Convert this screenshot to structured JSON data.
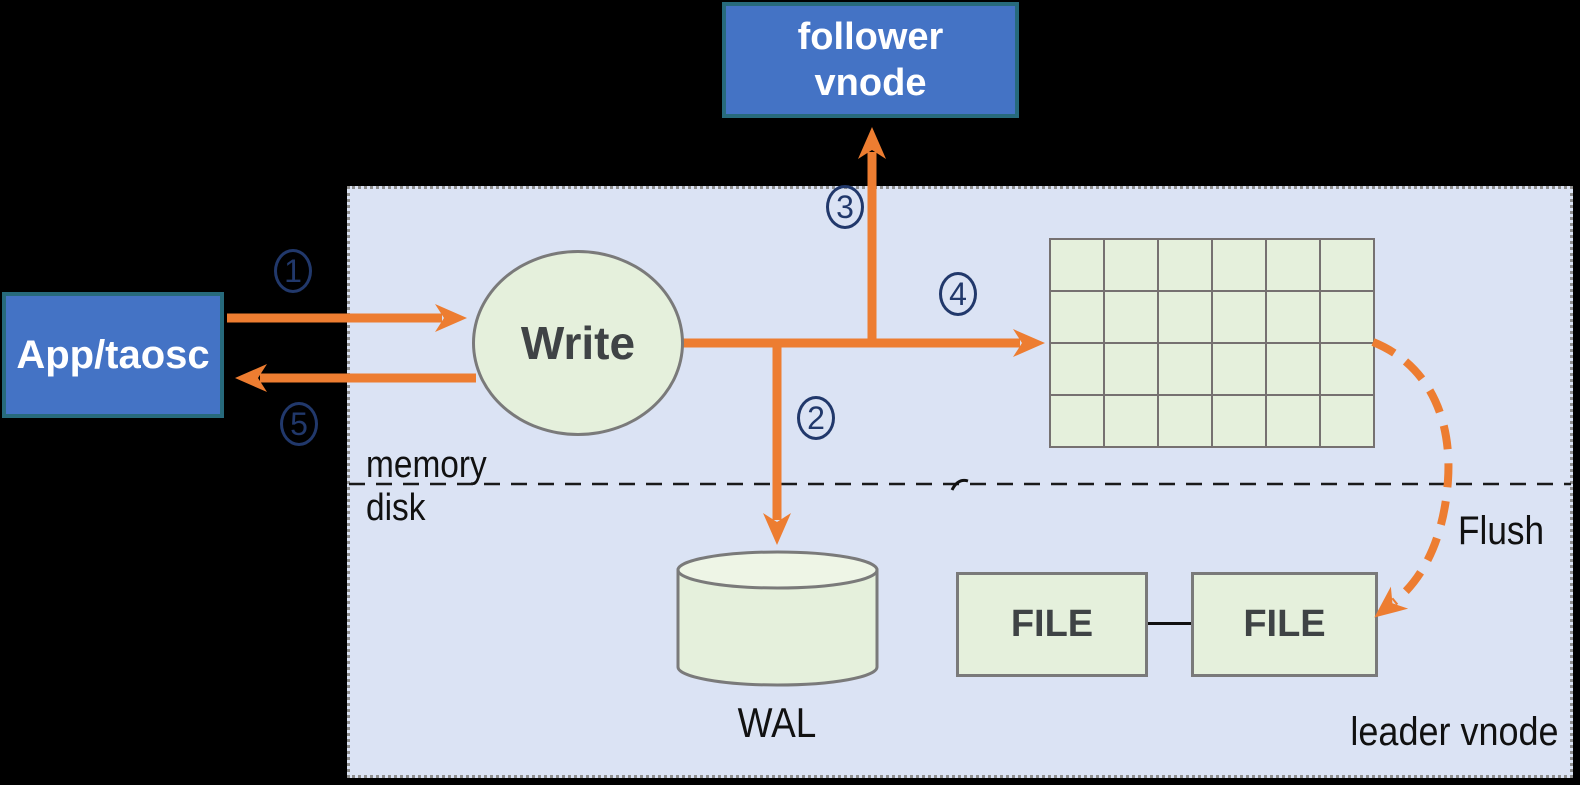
{
  "diagram_type": "flow-diagram",
  "panel": {
    "label": "leader vnode"
  },
  "nodes": {
    "follower_vnode": {
      "line1": "follower",
      "line2": "vnode"
    },
    "app_taosc": {
      "label": "App/taosc"
    },
    "write": {
      "label": "Write"
    },
    "wal": {
      "label": "WAL"
    },
    "file_a": {
      "label": "FILE"
    },
    "file_b": {
      "label": "FILE"
    },
    "memtable": {
      "rows": 4,
      "cols": 6
    }
  },
  "zones": {
    "above_divider": "memory",
    "below_divider": "disk"
  },
  "steps": [
    "1",
    "2",
    "3",
    "4",
    "5"
  ],
  "arrows": [
    {
      "step": "1",
      "from": "App/taosc",
      "to": "Write",
      "style": "solid"
    },
    {
      "step": "2",
      "from": "Write",
      "to": "WAL",
      "style": "solid"
    },
    {
      "step": "3",
      "from": "Write",
      "to": "follower vnode",
      "style": "solid"
    },
    {
      "step": "4",
      "from": "Write",
      "to": "memtable",
      "style": "solid"
    },
    {
      "step": "5",
      "from": "Write",
      "to": "App/taosc",
      "style": "solid"
    },
    {
      "label": "Flush",
      "from": "memtable",
      "to": "FILE",
      "style": "dashed"
    }
  ],
  "flush_label": "Flush",
  "colors": {
    "background": "#000000",
    "panel_fill": "#dbe3f4",
    "node_blue_fill": "#4473c5",
    "node_blue_border": "#276a7c",
    "node_green_fill": "#e5f0dc",
    "node_green_border": "#7a7a7a",
    "arrow_orange": "#ed7d31",
    "step_navy": "#21386b",
    "text_white": "#ffffff",
    "text_black": "#111111"
  }
}
